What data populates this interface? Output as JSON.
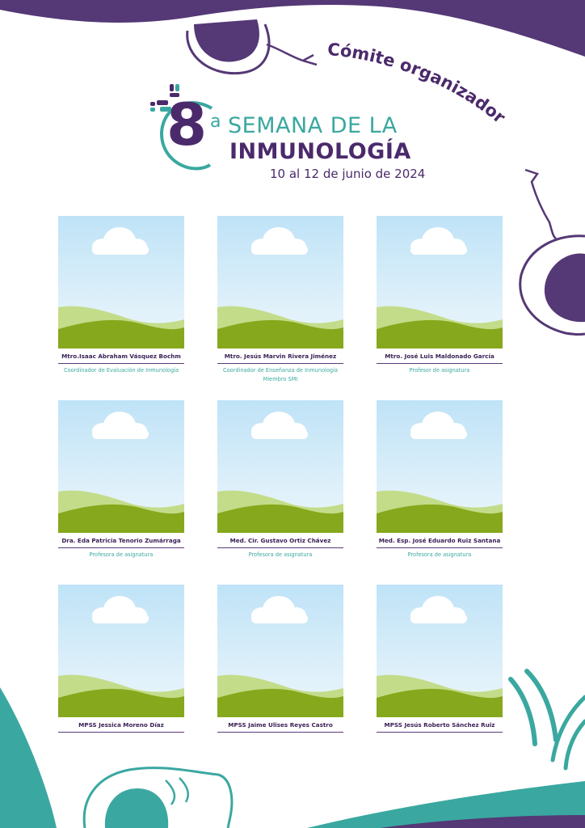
{
  "header": {
    "comite_title": "Cómite organizador",
    "edition_number": "8",
    "edition_suffix": "a",
    "event_line1": "SEMANA DE LA",
    "event_line2": "INMUNOLOGÍA",
    "dates": "10 al 12 de junio de 2024"
  },
  "members": [
    {
      "name": "Mtro.Isaac Abraham Vásquez Bochm",
      "role": "Coordinador de Evaluación de Inmunología",
      "role2": ""
    },
    {
      "name": "Mtro. Jesús Marvin Rivera Jiménez",
      "role": "Coordinador de Enseñanza de Inmunología",
      "role2": "Miembro SMI"
    },
    {
      "name": "Mtro. José Luis Maldonado García",
      "role": "Profesor de asignatura",
      "role2": ""
    },
    {
      "name": "Dra. Eda Patricia Tenorio Zumárraga",
      "role": "Profesora de asignatura",
      "role2": ""
    },
    {
      "name": "Med. Cir. Gustavo Ortiz Chávez",
      "role": "Profesora de asignatura",
      "role2": ""
    },
    {
      "name": "Med. Esp. José Eduardo Ruiz Santana",
      "role": "Profesora de asignatura",
      "role2": ""
    },
    {
      "name": "MPSS Jessica Moreno Díaz",
      "role": "",
      "role2": ""
    },
    {
      "name": "MPSS Jaime Ulises Reyes Castro",
      "role": "",
      "role2": ""
    },
    {
      "name": "MPSS Jesús Roberto Sánchez Ruiz",
      "role": "",
      "role2": ""
    }
  ],
  "colors": {
    "purple": "#4b2a6b",
    "teal": "#3aa8a0",
    "sky_top": "#bfe3f7",
    "hill_light": "#c3dc8a",
    "hill_dark": "#86a81c"
  }
}
